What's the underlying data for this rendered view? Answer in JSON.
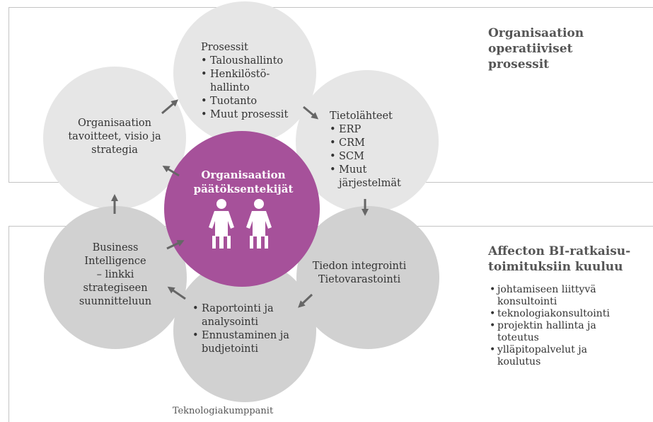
{
  "colors": {
    "frame": "#c4c4c4",
    "circle_light": "#e6e6e6",
    "circle_dark": "#d1d1d1",
    "center": "#a6519a",
    "arrow": "#666666",
    "heading": "#555555"
  },
  "circles": {
    "processes": {
      "title": "Prosessit",
      "items": [
        "Taloushallinto",
        "Henkilöstö-\nhallinto",
        "Tuotanto",
        "Muut prosessit"
      ]
    },
    "data_sources": {
      "title": "Tietolähteet",
      "items": [
        "ERP",
        "CRM",
        "SCM",
        "Muut\njärjestelmät"
      ]
    },
    "goals": {
      "text": "Organisaation\ntavoitteet, visio ja\nstrategia"
    },
    "integration": {
      "text": "Tiedon integrointi\nTietovarastointi"
    },
    "reporting": {
      "items": [
        "Raportointi ja\nanalysointi",
        "Ennustaminen ja\nbudjetointi"
      ]
    },
    "bi": {
      "text": "Business\nIntelligence\n– linkki\nstrategiseen\nsuunnitteluun"
    }
  },
  "center": {
    "title": "Organisaation\npäätöksentekijät",
    "icon": "two-people-icon"
  },
  "top_section": {
    "title": "Organisaation\noperatiiviset\nprosessit"
  },
  "bottom_section": {
    "title": "Affecton BI-ratkaisu-\ntoimituksiin kuuluu",
    "items": [
      "johtamiseen liittyvä\nkonsultointi",
      "teknologiakonsultointi",
      "projektin hallinta ja\ntoteutus",
      "ylläpitopalvelut ja\nkoulutus"
    ]
  },
  "footer": {
    "partners": "Teknologiakumppanit"
  }
}
